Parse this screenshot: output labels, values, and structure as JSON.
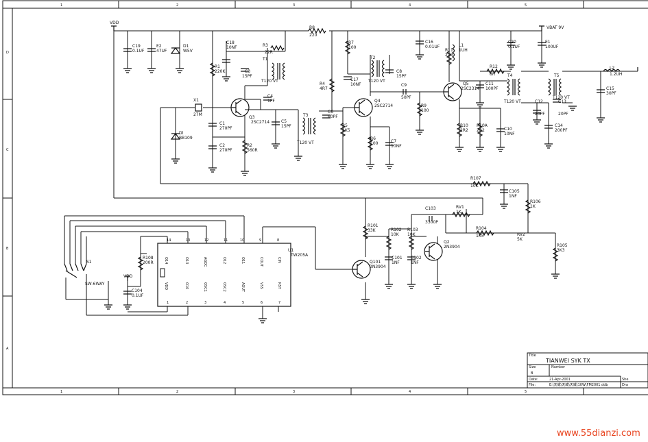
{
  "border": {
    "col_markers": [
      "1",
      "2",
      "3",
      "4",
      "5"
    ],
    "row_markers": [
      "D",
      "C",
      "B",
      "A"
    ]
  },
  "title_block": {
    "title_label": "Title",
    "title": "TIANWEI SYK TX",
    "size_label": "Size",
    "size": "B",
    "number_label": "Number",
    "date_label": "Date:",
    "date": "21-Apr-2001",
    "file_label": "File:",
    "file": "E:\\天威\\天威\\天威\\10W\\FM2001.ddb",
    "sheet_label": "She",
    "drawn_label": "Dra"
  },
  "nets": {
    "vdd": "VDD",
    "vbat": "VBAT 9V"
  },
  "components": {
    "c19": [
      "C19",
      "0.1UF"
    ],
    "e2": [
      "E2",
      "47UF"
    ],
    "d1": [
      "D1",
      "W5V"
    ],
    "c18": [
      "C18",
      "10NF"
    ],
    "r1": [
      "R1",
      "220K"
    ],
    "r3": [
      "R3",
      "22R"
    ],
    "c3": [
      "C3",
      "15PF"
    ],
    "t1": [
      "T1",
      "T120 VT"
    ],
    "c4": [
      "C4",
      "1PF"
    ],
    "x1": [
      "X1",
      "27M"
    ],
    "q3": [
      "Q3",
      "2SC2714"
    ],
    "c1": [
      "C1",
      "270PF"
    ],
    "c2": [
      "C2",
      "270PF"
    ],
    "r2": [
      "R2",
      "560R"
    ],
    "dl": [
      "Dl",
      "BB109"
    ],
    "c5": [
      "C5",
      "15PF"
    ],
    "t3": [
      "T3",
      "T120 VT"
    ],
    "r8": [
      "R8",
      "220"
    ],
    "r7": [
      "R7",
      "100"
    ],
    "t2": [
      "T2",
      "T120 VT"
    ],
    "c8": [
      "C8",
      "15PF"
    ],
    "c17": [
      "C17",
      "10NF"
    ],
    "r4": [
      "R4",
      "4R7"
    ],
    "c6": [
      "C6",
      "60PF"
    ],
    "q4": [
      "Q4",
      "2SC2714"
    ],
    "r5": [
      "R5",
      "1K5"
    ],
    "r6": [
      "R6",
      "100"
    ],
    "c7": [
      "C7",
      "10NF"
    ],
    "c9": [
      "C9",
      "50PF"
    ],
    "r9": [
      "R9",
      "100"
    ],
    "c16": [
      "C16",
      "0.01UF"
    ],
    "r11": [
      "R11",
      "220"
    ],
    "l1": [
      "L1",
      "1UH"
    ],
    "q5": [
      "Q5",
      "2SC2314"
    ],
    "r12": [
      "R12",
      "8R"
    ],
    "c11": [
      "C11",
      "100PF"
    ],
    "t4": [
      "T4",
      "T120 VT"
    ],
    "r10": [
      "R10",
      "2R2"
    ],
    "r10a": [
      "R10A",
      "2R2"
    ],
    "c10": [
      "C10",
      "10NF"
    ],
    "c20": [
      "C20",
      "0.1UF"
    ],
    "e1": [
      "E1",
      "100UF"
    ],
    "t5": [
      "T5",
      "T120 VT"
    ],
    "c12": [
      "C12",
      "20PF"
    ],
    "c13": [
      "C13",
      "20PF"
    ],
    "c14": [
      "C14",
      "200PF"
    ],
    "l2": [
      "L2",
      "1.2UH"
    ],
    "c15": [
      "C15",
      "30PF"
    ],
    "r107": [
      "R107",
      "10K"
    ],
    "c105": [
      "C105",
      "1NF"
    ],
    "r106": [
      "R106",
      "1K"
    ],
    "c103": [
      "C103",
      "3300P"
    ],
    "rv1": [
      "RV1",
      "1K"
    ],
    "r104": [
      "R104",
      "1K5"
    ],
    "rv2": [
      "RV2",
      "5K"
    ],
    "r105": [
      "R105",
      "3K3"
    ],
    "r101": [
      "R101",
      "33K"
    ],
    "r102": [
      "R102",
      "10K"
    ],
    "r103": [
      "R103",
      "10K"
    ],
    "q2": [
      "Q2",
      "2N3904"
    ],
    "c101": [
      "C101",
      "1NF"
    ],
    "c102": [
      "C102",
      "1NF"
    ],
    "q101": [
      "Q101",
      "2N3904"
    ],
    "r108": [
      "R108",
      "200R"
    ],
    "c104": [
      "C104",
      "0.1UF"
    ],
    "s1": [
      "S1",
      "SW-6WAY"
    ],
    "ic": [
      "U1",
      "TW205A"
    ]
  },
  "ic_pins": {
    "top": [
      "O14",
      "O13",
      "AGDC",
      "O12",
      "O11",
      "COUT",
      "CIN"
    ],
    "bottom": [
      "VDD",
      "O10",
      "OSC1",
      "OSC2",
      "AOUT",
      "VSS",
      "RST"
    ],
    "top_nums": [
      "14",
      "13",
      "12",
      "11",
      "10",
      "9",
      "8"
    ],
    "bottom_nums": [
      "1",
      "2",
      "3",
      "4",
      "5",
      "6",
      "7"
    ]
  },
  "watermark": "www.55dianzi.com"
}
